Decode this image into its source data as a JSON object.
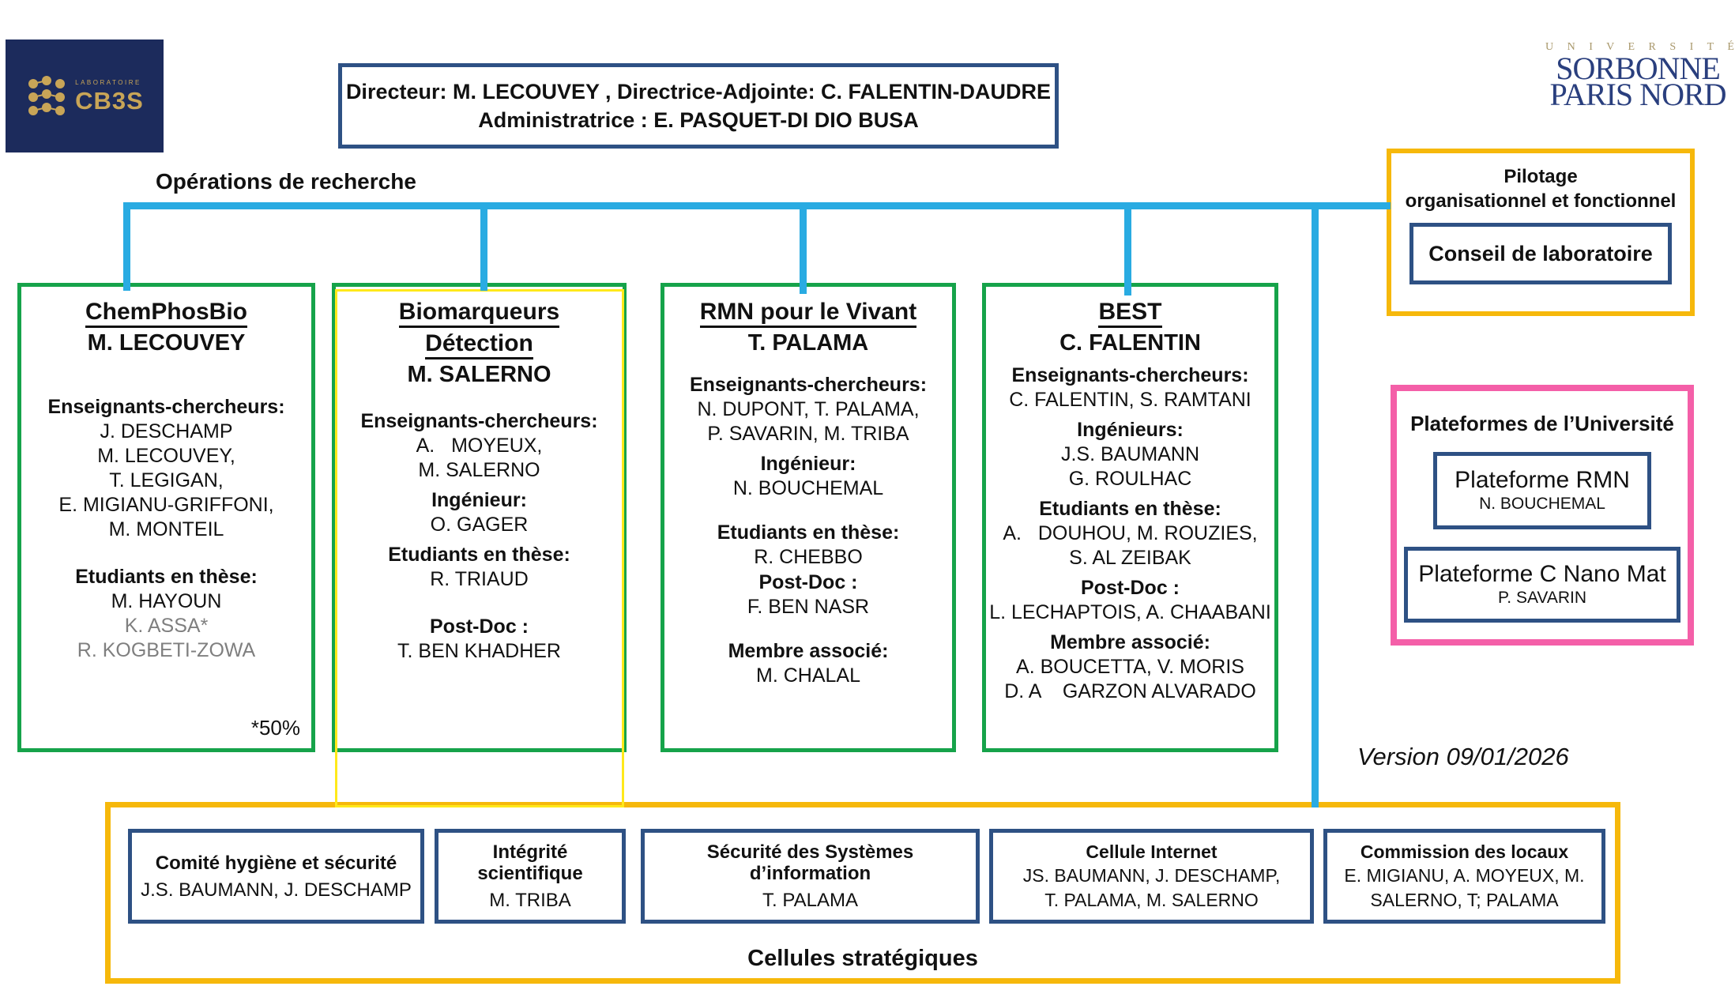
{
  "logo": {
    "small": "LABORATOIRE",
    "name": "CB3S"
  },
  "header": {
    "line1": "Directeur: M. LECOUVEY , Directrice-Adjointe: C. FALENTIN-DAUDRE",
    "line2": "Administratrice : E. PASQUET-DI DIO BUSA"
  },
  "university_logo": {
    "line1": "U N I V E R S I T É",
    "line2": "SORBONNE",
    "line3": "PARIS NORD"
  },
  "research_label": "Opérations de recherche",
  "version": "Version 09/01/2026",
  "pilotage": {
    "title_line1": "Pilotage",
    "title_line2": "organisationnel et fonctionnel",
    "inner": "Conseil de laboratoire"
  },
  "plateformes": {
    "title": "Plateformes de l’Université",
    "items": [
      {
        "name": "Plateforme RMN",
        "person": "N. BOUCHEMAL"
      },
      {
        "name": "Plateforme C Nano Mat",
        "person": "P. SAVARIN"
      }
    ]
  },
  "units": [
    {
      "title_lines": [
        "ChemPhosBio"
      ],
      "leader": "M. LECOUVEY",
      "sections": [
        {
          "label": "Enseignants-chercheurs:",
          "names": [
            "J. DESCHAMP",
            "M. LECOUVEY,",
            "T. LEGIGAN,",
            "E. MIGIANU-GRIFFONI,",
            "M. MONTEIL"
          ]
        },
        {
          "label": "Etudiants en thèse:",
          "names": [
            "M. HAYOUN",
            "K. ASSA*",
            "R. KOGBETI-ZOWA"
          ]
        }
      ],
      "footnote": "*50%"
    },
    {
      "title_lines": [
        "Biomarqueurs",
        "Détection"
      ],
      "leader": "M. SALERNO",
      "sections": [
        {
          "label": "Enseignants-chercheurs:",
          "names": [
            "A.   MOYEUX,",
            "M. SALERNO"
          ]
        },
        {
          "label": "Ingénieur:",
          "names": [
            "O. GAGER"
          ]
        },
        {
          "label": "Etudiants en thèse:",
          "names": [
            "R. TRIAUD"
          ]
        },
        {
          "label": "Post-Doc :",
          "names": [
            "T. BEN KHADHER"
          ]
        }
      ]
    },
    {
      "title_lines": [
        "RMN pour le Vivant"
      ],
      "leader": "T. PALAMA",
      "sections": [
        {
          "label": "Enseignants-chercheurs:",
          "names": [
            "N. DUPONT, T. PALAMA,",
            "P. SAVARIN, M. TRIBA"
          ]
        },
        {
          "label": "Ingénieur:",
          "names": [
            "N. BOUCHEMAL"
          ]
        },
        {
          "label": "Etudiants en thèse:",
          "names": [
            "R. CHEBBO"
          ]
        },
        {
          "label": "Post-Doc :",
          "names": [
            "F. BEN NASR"
          ]
        },
        {
          "label": "Membre associé:",
          "names": [
            "M. CHALAL"
          ]
        }
      ]
    },
    {
      "title_lines": [
        "BEST"
      ],
      "leader": "C. FALENTIN",
      "sections": [
        {
          "label": "Enseignants-chercheurs:",
          "names": [
            "C. FALENTIN, S. RAMTANI"
          ]
        },
        {
          "label": "Ingénieurs:",
          "names": [
            "J.S. BAUMANN",
            "G. ROULHAC"
          ]
        },
        {
          "label": "Etudiants en thèse:",
          "names": [
            "A.   DOUHOU, M. ROUZIES,",
            "S. AL ZEIBAK"
          ]
        },
        {
          "label": "Post-Doc :",
          "names": [
            "L. LECHAPTOIS, A. CHAABANI"
          ]
        },
        {
          "label": "Membre associé:",
          "names": [
            "A. BOUCETTA, V. MORIS",
            "D. A    GARZON ALVARADO"
          ]
        }
      ]
    }
  ],
  "cellules": {
    "title": "Cellules stratégiques",
    "items": [
      {
        "title": "Comité hygiène et sécurité",
        "names": [
          "J.S. BAUMANN, J. DESCHAMP"
        ]
      },
      {
        "title": "Intégrité scientifique",
        "names": [
          "M. TRIBA"
        ]
      },
      {
        "title": "Sécurité des Systèmes d’information",
        "names": [
          "T. PALAMA"
        ]
      },
      {
        "title": "Cellule Internet",
        "names": [
          "JS. BAUMANN, J. DESCHAMP,",
          "T. PALAMA, M. SALERNO"
        ]
      },
      {
        "title": "Commission des locaux",
        "names": [
          "E. MIGIANU, A. MOYEUX, M.",
          "SALERNO, T; PALAMA"
        ]
      }
    ]
  },
  "colors": {
    "cyan_connector": "#29ABE2",
    "green_border": "#16A34A",
    "gold_border": "#F6B80B",
    "yellow_connector": "#FFE91A",
    "pink_border": "#F45FA8",
    "navy_border": "#2E5184",
    "logo_background": "#1C2B5C",
    "logo_gold": "#C8A557",
    "gray_text": "#7F7F7F"
  }
}
